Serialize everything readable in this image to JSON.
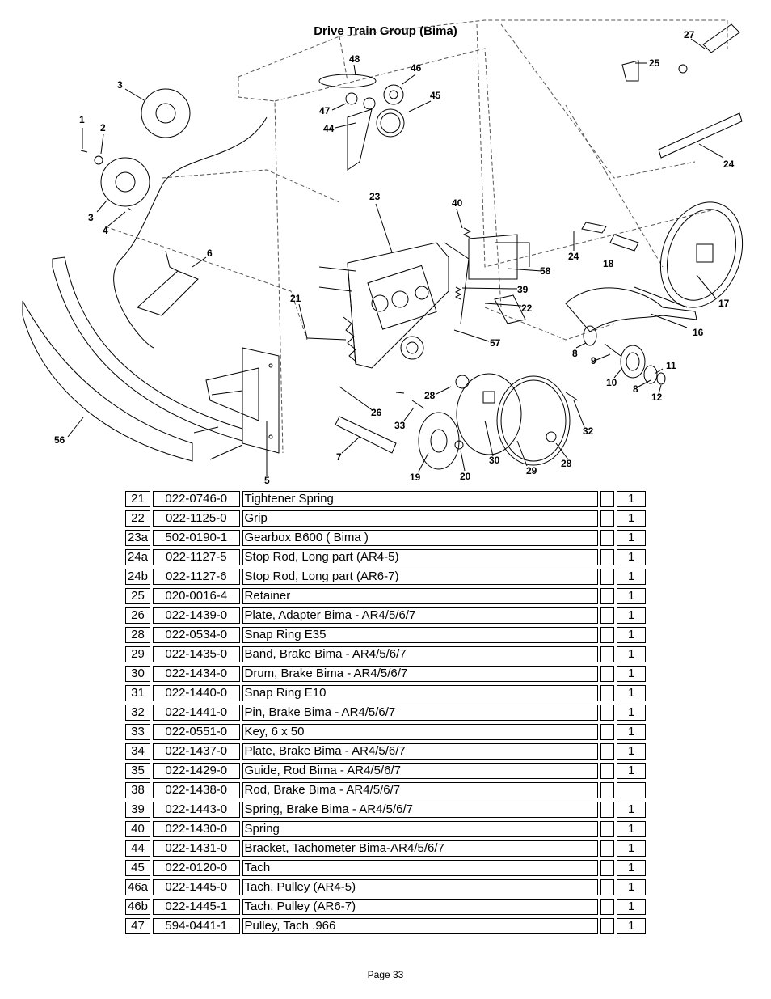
{
  "page": {
    "title": "Drive Train Group (Bima)",
    "footer": "Page 33"
  },
  "diagram": {
    "callouts": [
      "27",
      "48",
      "46",
      "25",
      "3",
      "45",
      "47",
      "44",
      "1",
      "2",
      "24",
      "23",
      "40",
      "3",
      "4",
      "6",
      "24",
      "18",
      "58",
      "39",
      "17",
      "21",
      "22",
      "16",
      "57",
      "8",
      "9",
      "11",
      "10",
      "8",
      "12",
      "28",
      "26",
      "33",
      "32",
      "56",
      "7",
      "30",
      "28",
      "29",
      "5",
      "19",
      "20"
    ]
  },
  "parts_table": {
    "rows": [
      {
        "item": "21",
        "part": "022-0746-0",
        "desc": "Tightener Spring",
        "note": "",
        "qty": "1"
      },
      {
        "item": "22",
        "part": "022-1125-0",
        "desc": "Grip",
        "note": "",
        "qty": "1"
      },
      {
        "item": "23a",
        "part": "502-0190-1",
        "desc": "Gearbox B600  ( Bima )",
        "note": "",
        "qty": "1"
      },
      {
        "item": "24a",
        "part": "022-1127-5",
        "desc": "Stop Rod, Long part   (AR4-5)",
        "note": "",
        "qty": "1"
      },
      {
        "item": "24b",
        "part": "022-1127-6",
        "desc": "Stop Rod, Long part   (AR6-7)",
        "note": "",
        "qty": "1"
      },
      {
        "item": "25",
        "part": "020-0016-4",
        "desc": "Retainer",
        "note": "",
        "qty": "1"
      },
      {
        "item": "26",
        "part": "022-1439-0",
        "desc": "Plate, Adapter Bima - AR4/5/6/7",
        "note": "",
        "qty": "1"
      },
      {
        "item": "28",
        "part": "022-0534-0",
        "desc": "Snap Ring E35",
        "note": "",
        "qty": "1"
      },
      {
        "item": "29",
        "part": "022-1435-0",
        "desc": "Band, Brake Bima - AR4/5/6/7",
        "note": "",
        "qty": "1"
      },
      {
        "item": "30",
        "part": "022-1434-0",
        "desc": "Drum, Brake Bima - AR4/5/6/7",
        "note": "",
        "qty": "1"
      },
      {
        "item": "31",
        "part": "022-1440-0",
        "desc": "Snap Ring E10",
        "note": "",
        "qty": "1"
      },
      {
        "item": "32",
        "part": "022-1441-0",
        "desc": "Pin, Brake Bima - AR4/5/6/7",
        "note": "",
        "qty": "1"
      },
      {
        "item": "33",
        "part": "022-0551-0",
        "desc": "Key, 6 x 50",
        "note": "",
        "qty": "1"
      },
      {
        "item": "34",
        "part": "022-1437-0",
        "desc": "Plate, Brake Bima - AR4/5/6/7",
        "note": "",
        "qty": "1"
      },
      {
        "item": "35",
        "part": "022-1429-0",
        "desc": "Guide, Rod Bima - AR4/5/6/7",
        "note": "",
        "qty": "1"
      },
      {
        "item": "38",
        "part": "022-1438-0",
        "desc": "Rod, Brake Bima - AR4/5/6/7",
        "note": "",
        "qty": ""
      },
      {
        "item": "39",
        "part": "022-1443-0",
        "desc": "Spring, Brake Bima - AR4/5/6/7",
        "note": "",
        "qty": "1"
      },
      {
        "item": "40",
        "part": "022-1430-0",
        "desc": "Spring",
        "note": "",
        "qty": "1"
      },
      {
        "item": "44",
        "part": "022-1431-0",
        "desc": "Bracket, Tachometer Bima-AR4/5/6/7",
        "note": "",
        "qty": "1"
      },
      {
        "item": "45",
        "part": "022-0120-0",
        "desc": "Tach",
        "note": "",
        "qty": "1"
      },
      {
        "item": "46a",
        "part": "022-1445-0",
        "desc": "Tach. Pulley (AR4-5)",
        "note": "",
        "qty": "1"
      },
      {
        "item": "46b",
        "part": "022-1445-1",
        "desc": "Tach. Pulley (AR6-7)",
        "note": "",
        "qty": "1"
      },
      {
        "item": "47",
        "part": "594-0441-1",
        "desc": "Pulley, Tach .966",
        "note": "",
        "qty": "1"
      }
    ]
  }
}
